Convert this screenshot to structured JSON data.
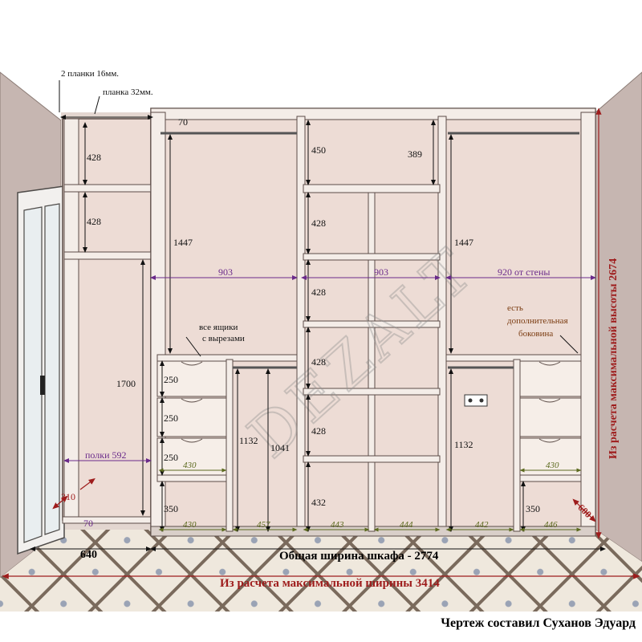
{
  "watermark": "DEZALT",
  "notes": {
    "two_strips": "2 планки 16мм.",
    "strip": "планка 32мм.",
    "drawers_cutouts_line1": "все ящики",
    "drawers_cutouts_line2": "с вырезами",
    "extra_side_line1": "есть",
    "extra_side_line2": "дополнительная",
    "extra_side_line3": "боковина"
  },
  "dimensions": {
    "left_top_70": "70",
    "left_niche_top": "428",
    "left_niche_mid": "428",
    "left_hang": "1700",
    "shelf_592": "полки 592",
    "gap_310": "310",
    "bottom_70": "70",
    "left_width": "640",
    "sec1_top": "1447",
    "sec1_width": "903",
    "sec1_drawer_1": "250",
    "sec1_drawer_2": "250",
    "sec1_drawer_3": "250",
    "sec1_drawer_width": "430",
    "sec1_base": "350",
    "sec1_base_width": "430",
    "sec1_hang_outer": "1132",
    "sec1_hang_inner": "1041",
    "sec1_hang_width": "457",
    "mid_top": "450",
    "mid_top_right": "389",
    "mid_width": "903",
    "mid_shelf_1": "428",
    "mid_shelf_2": "428",
    "mid_shelf_3": "428",
    "mid_shelf_4": "428",
    "mid_shelf_5": "432",
    "mid_w1": "443",
    "mid_w2": "444",
    "sec3_top": "1447",
    "sec3_width": "920 от стены",
    "sec3_hang": "1132",
    "sec3_hang_width": "442",
    "sec3_drawer_width": "430",
    "sec3_base": "350",
    "sec3_base_width": "446",
    "depth": "600",
    "height_total": "Из расчета максимальной высоты 2674",
    "width_wardrobe": "Общая ширина шкафа - 2774",
    "width_total": "Из расчета максимальной ширины 3414"
  },
  "credit": "Чертеж составил Суханов Эдуард",
  "colors": {
    "wall": "#c6b6b1",
    "interior": "#eddcd5",
    "panel": "#f4ede8",
    "outline": "#5b4c47",
    "purple": "#6a2a8a",
    "red": "#9e1c1c",
    "olive": "#5c6a1f",
    "brown": "#7a3b10"
  }
}
